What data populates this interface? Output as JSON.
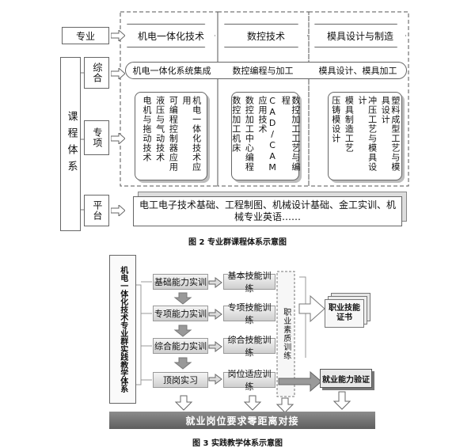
{
  "fig2": {
    "caption": "图 2  专业群课程体系示意图",
    "row_labels": {
      "zhuanye": "专业",
      "kecheng": "课程体系",
      "zonghe": "综合",
      "zhuanxiang": "专项",
      "pingtai": "平台"
    },
    "majors": [
      "机电一体化技术",
      "数控技术",
      "模具设计与制造"
    ],
    "zonghe_items": [
      "机电一体化系统集成",
      "数控编程与加工",
      "模具设计、模具加工"
    ],
    "zhuanxiang_col1": [
      "机电一体化技术应用",
      "可编程控制器应用",
      "液压与气动技术",
      "电机与拖动技术"
    ],
    "zhuanxiang_col2": [
      "数控加工工艺与编程",
      "CAD/CAM应用技术",
      "数控加工中心编程",
      "数控加工机床"
    ],
    "zhuanxiang_col3": [
      "塑料成型工艺与模具设计",
      "冲压工艺与模具设计",
      "模具制造工艺",
      "压铸模设计"
    ],
    "pingtai_text": "电工电子技术基础、工程制图、机械设计基础、金工实训、机械专业英语……"
  },
  "fig3": {
    "caption": "图 3  实践教学体系示意图",
    "left_title": "机电一体化技术专业群实践教学体系",
    "practice_steps": [
      "基础能力实训",
      "专项能力实训",
      "综合能力实训",
      "顶岗实习"
    ],
    "training_steps": [
      "基本技能训练",
      "专项技能训练",
      "综合技能训练",
      "岗位适应训练"
    ],
    "quality_training": "职业素质训练",
    "certificate": "职业技能证书",
    "ability_test": "就业能力验证",
    "bottom_bar": "就业岗位要求零距离对接"
  }
}
